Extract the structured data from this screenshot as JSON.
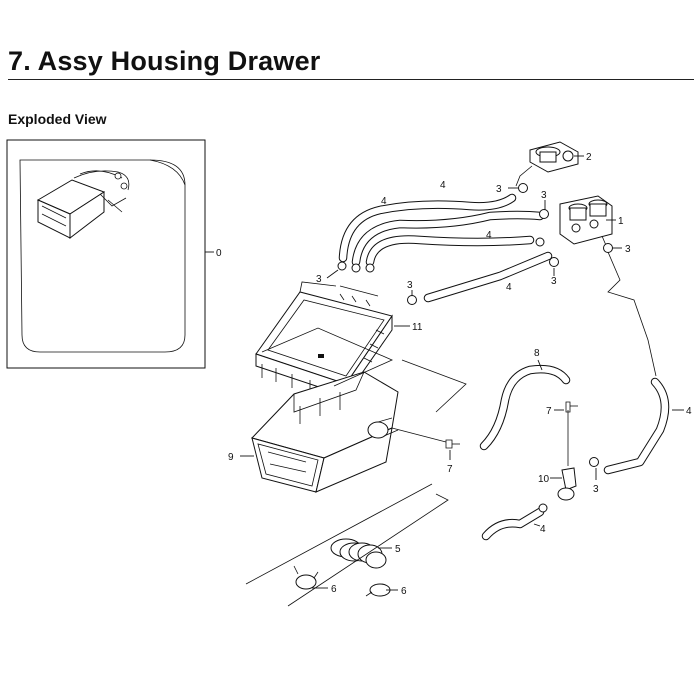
{
  "header": {
    "title": "7.  Assy Housing Drawer",
    "section": "Exploded View"
  },
  "callouts": {
    "c0": "0",
    "c1": "1",
    "c2": "2",
    "c3a": "3",
    "c3b": "3",
    "c3c": "3",
    "c3d": "3",
    "c3e": "3",
    "c3f": "3",
    "c3g": "3",
    "c4a": "4",
    "c4b": "4",
    "c4c": "4",
    "c4d": "4",
    "c4e": "4",
    "c5": "5",
    "c6a": "6",
    "c6b": "6",
    "c7a": "7",
    "c7b": "7",
    "c8": "8",
    "c9": "9",
    "c10": "10",
    "c11": "11"
  }
}
